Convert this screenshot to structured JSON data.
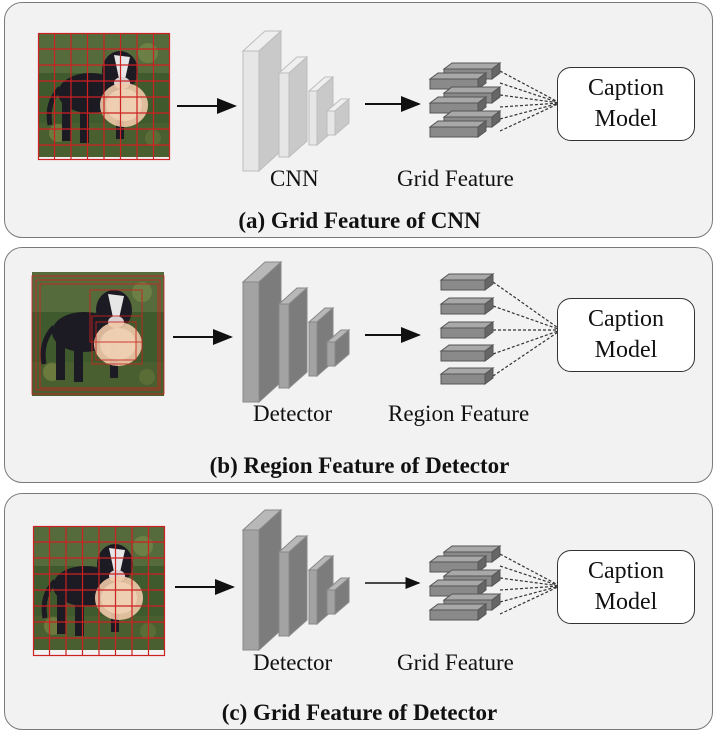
{
  "panels": [
    {
      "title": "(a) Grid Feature of CNN",
      "backbone": "CNN",
      "feature": "Grid Feature",
      "box_line1": "Caption",
      "box_line2": "Model"
    },
    {
      "title": "(b) Region Feature of Detector",
      "backbone": "Detector",
      "feature": "Region Feature",
      "box_line1": "Caption",
      "box_line2": "Model"
    },
    {
      "title": "(c) Grid Feature of Detector",
      "backbone": "Detector",
      "feature": "Grid Feature",
      "box_line1": "Caption",
      "box_line2": "Model"
    }
  ],
  "colors": {
    "panel_bg": "#f2f2f2",
    "grid_red": "#cc2222",
    "cnn_light": "#d4d4d4",
    "detector_gray": "#9a9a9a",
    "feature_gray": "#7a7a7a"
  }
}
